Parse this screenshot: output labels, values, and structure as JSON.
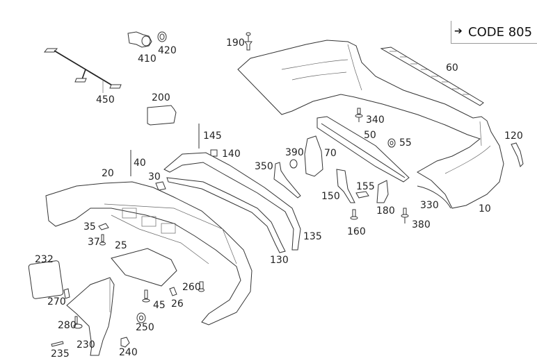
{
  "diagram": {
    "title": "Rear bumper exploded parts diagram",
    "code_reference": {
      "arrow_icon": "arrow-right-icon",
      "label": "CODE 805"
    },
    "part_labels": [
      {
        "id": "10",
        "text": "10"
      },
      {
        "id": "20",
        "text": "20"
      },
      {
        "id": "25",
        "text": "25"
      },
      {
        "id": "26",
        "text": "26"
      },
      {
        "id": "30",
        "text": "30"
      },
      {
        "id": "35",
        "text": "35"
      },
      {
        "id": "37",
        "text": "37"
      },
      {
        "id": "40",
        "text": "40"
      },
      {
        "id": "45",
        "text": "45"
      },
      {
        "id": "50",
        "text": "50"
      },
      {
        "id": "55",
        "text": "55"
      },
      {
        "id": "60",
        "text": "60"
      },
      {
        "id": "70",
        "text": "70"
      },
      {
        "id": "120",
        "text": "120"
      },
      {
        "id": "130",
        "text": "130"
      },
      {
        "id": "135",
        "text": "135"
      },
      {
        "id": "140",
        "text": "140"
      },
      {
        "id": "145",
        "text": "145"
      },
      {
        "id": "150",
        "text": "150"
      },
      {
        "id": "155",
        "text": "155"
      },
      {
        "id": "160",
        "text": "160"
      },
      {
        "id": "180",
        "text": "180"
      },
      {
        "id": "190",
        "text": "190"
      },
      {
        "id": "200",
        "text": "200"
      },
      {
        "id": "230",
        "text": "230"
      },
      {
        "id": "232",
        "text": "232"
      },
      {
        "id": "235",
        "text": "235"
      },
      {
        "id": "240",
        "text": "240"
      },
      {
        "id": "250",
        "text": "250"
      },
      {
        "id": "260",
        "text": "260"
      },
      {
        "id": "270",
        "text": "270"
      },
      {
        "id": "280",
        "text": "280"
      },
      {
        "id": "330",
        "text": "330"
      },
      {
        "id": "340",
        "text": "340"
      },
      {
        "id": "350",
        "text": "350"
      },
      {
        "id": "380",
        "text": "380"
      },
      {
        "id": "390",
        "text": "390"
      },
      {
        "id": "410",
        "text": "410"
      },
      {
        "id": "420",
        "text": "420"
      },
      {
        "id": "450",
        "text": "450"
      }
    ]
  }
}
